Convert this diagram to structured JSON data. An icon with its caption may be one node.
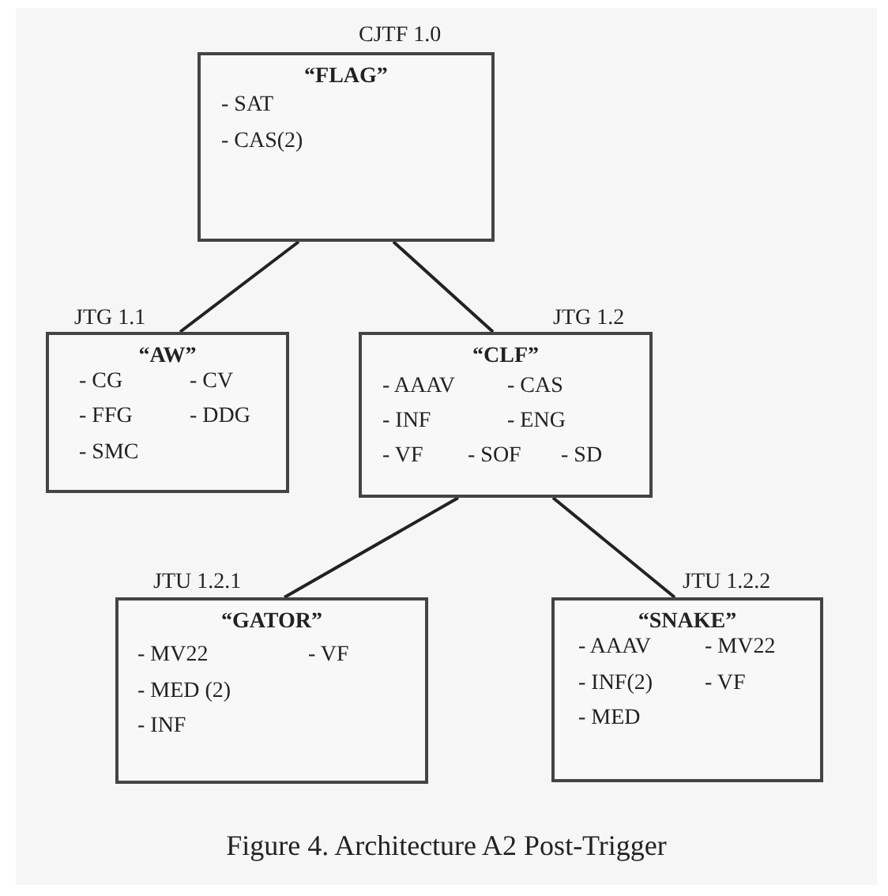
{
  "diagram": {
    "caption": "Figure 4.  Architecture A2 Post-Trigger",
    "nodes": [
      {
        "text": [
          "CJTF 1.0",
          "“FLAG”",
          "- SAT",
          "- CAS(2)"
        ]
      },
      {
        "text": [
          "JTG 1.1",
          "“AW”",
          "- CG",
          "- CV",
          "- FFG",
          "- DDG",
          "- SMC"
        ]
      },
      {
        "text": [
          "JTG 1.2",
          "“CLF”",
          "- AAAV",
          "- CAS",
          "- INF",
          "- ENG",
          "- VF",
          "- SOF",
          "- SD"
        ]
      },
      {
        "text": [
          "JTU 1.2.1",
          "“GATOR”",
          "- MV22",
          "- VF",
          "- MED (2)",
          "- INF"
        ]
      },
      {
        "text": [
          "JTU 1.2.2",
          "“SNAKE”",
          "- AAAV",
          "- MV22",
          "- INF(2)",
          "- VF",
          "- MED"
        ]
      }
    ],
    "edges": [
      {
        "from": 0,
        "to": 1,
        "arrow": "none"
      },
      {
        "from": 0,
        "to": 2,
        "arrow": "none"
      },
      {
        "from": 2,
        "to": 3,
        "arrow": "none"
      },
      {
        "from": 2,
        "to": 4,
        "arrow": "none"
      }
    ]
  }
}
